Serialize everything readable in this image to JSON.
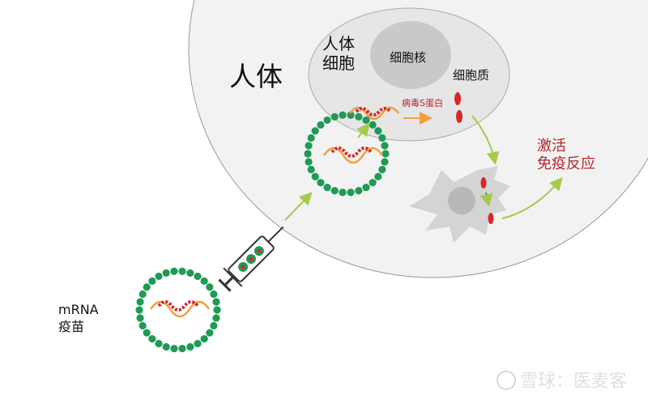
{
  "labels": {
    "body": "人体",
    "cell_line1": "人体",
    "cell_line2": "细胞",
    "nucleus": "细胞核",
    "cytoplasm": "细胞质",
    "spike_protein": "病毒S蛋白",
    "activate_line1": "激活",
    "activate_line2": "免疫反应",
    "vaccine_line1": "mRNA",
    "vaccine_line2": "疫苗"
  },
  "watermark": "雪球：医麦客",
  "colors": {
    "lipid": "#1f9a55",
    "mrna": "#d8262b",
    "arrow_green": "#a8c84a",
    "arrow_orange": "#f0a040",
    "red_text": "#b5252b",
    "body_fill": "#f1f1f1",
    "cell_fill": "#e6e6e6",
    "nucleus_fill": "#c8c8c8"
  }
}
